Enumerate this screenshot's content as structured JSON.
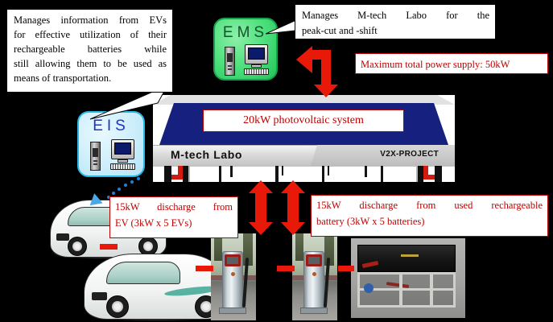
{
  "diagram": {
    "background_color": "#000000",
    "accent_red": "#c00000",
    "arrow_red": "#e81908"
  },
  "callouts": {
    "eis_description": {
      "text": "Manages information from EVs for effective utilization of their rechargeable batteries while still allowing them to be used as means of transportation.",
      "lines": [
        "Manages information from EVs",
        "for effective utilization of their",
        "rechargeable batteries while",
        "still allowing them to be used as",
        "means of transportation."
      ]
    },
    "ems_description": {
      "text": "Manages M-tech Labo for the peak-cut and -shift",
      "lines": [
        "Manages M-tech Labo for the",
        "peak-cut and -shift"
      ]
    }
  },
  "red_labels": {
    "max_supply": "Maximum total power supply: 50kW",
    "pv_system": "20kW photovoltaic system",
    "ev_discharge": {
      "line1": "15kW discharge from",
      "line2": "EV (3kW x 5 EVs)"
    },
    "battery_discharge": {
      "line1": "15kW discharge from used rechargeable",
      "line2": "battery (3kW x 5 batteries)"
    }
  },
  "devices": {
    "ems": {
      "label": "EMS",
      "icon": "computer-icon",
      "color": "#22c25a"
    },
    "eis": {
      "label": "EIS",
      "icon": "computer-icon",
      "color": "#29b6e8"
    }
  },
  "building": {
    "name": "M-tech Labo",
    "project": "V2X-PROJECT",
    "roof_color": "#16207e"
  },
  "photos": {
    "charger_left": "ev-charging-station-photo",
    "charger_right": "ev-charging-station-photo",
    "battery_rack": "used-rechargeable-battery-rack-photo",
    "car_top": "electric-vehicle-photo",
    "car_bottom": "electric-vehicle-photo"
  },
  "arrows": {
    "ems_to_building": "bent-arrow-left-down",
    "ev_to_building": "double-headed-arrow-vertical",
    "battery_to_building": "double-headed-arrow-vertical",
    "eis_to_ev": "dotted-arrow-blue"
  }
}
